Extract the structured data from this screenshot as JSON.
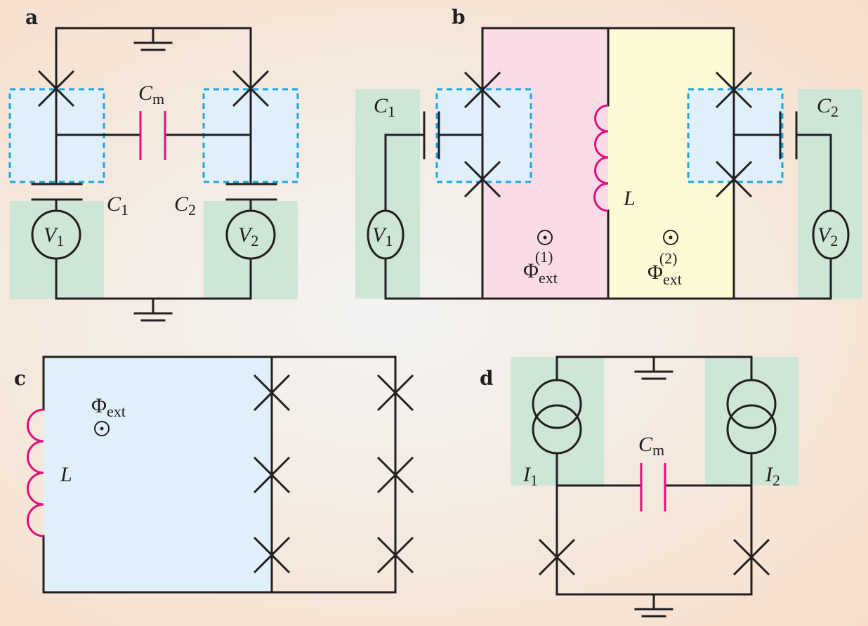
{
  "figure": {
    "panels": [
      {
        "id": "a",
        "label": "a",
        "components": {
          "coupling_capacitor": {
            "symbol": "C",
            "subscript": "m"
          },
          "gate_capacitor_1": {
            "symbol": "C",
            "subscript": "1"
          },
          "gate_capacitor_2": {
            "symbol": "C",
            "subscript": "2"
          },
          "voltage_source_1": {
            "symbol": "V",
            "subscript": "1"
          },
          "voltage_source_2": {
            "symbol": "V",
            "subscript": "2"
          }
        },
        "junction_count": 2,
        "ground_count": 2
      },
      {
        "id": "b",
        "label": "b",
        "components": {
          "gate_capacitor_1": {
            "symbol": "C",
            "subscript": "1"
          },
          "gate_capacitor_2": {
            "symbol": "C",
            "subscript": "2"
          },
          "voltage_source_1": {
            "symbol": "V",
            "subscript": "1"
          },
          "voltage_source_2": {
            "symbol": "V",
            "subscript": "2"
          },
          "inductor": {
            "symbol": "L"
          },
          "flux_1": {
            "symbol": "Φ",
            "subscript": "ext",
            "superscript": "(1)"
          },
          "flux_2": {
            "symbol": "Φ",
            "subscript": "ext",
            "superscript": "(2)"
          }
        },
        "junction_count": 4,
        "flux_marker": "⊙"
      },
      {
        "id": "c",
        "label": "c",
        "components": {
          "inductor": {
            "symbol": "L"
          },
          "flux": {
            "symbol": "Φ",
            "subscript": "ext"
          }
        },
        "junction_count": 6,
        "flux_marker": "⊙"
      },
      {
        "id": "d",
        "label": "d",
        "components": {
          "coupling_capacitor": {
            "symbol": "C",
            "subscript": "m"
          },
          "current_source_1": {
            "symbol": "I",
            "subscript": "1"
          },
          "current_source_2": {
            "symbol": "I",
            "subscript": "2"
          }
        },
        "junction_count": 2,
        "ground_count": 2
      }
    ],
    "colors": {
      "wire": "#231f20",
      "capacitor_coupling": "#e0107e",
      "inductor": "#e0107e",
      "island_fill": "#dff0fa",
      "island_border": "#1ea6e0",
      "source_fill": "#cde6d6",
      "loop1_fill": "#fcdbe8",
      "loop2_fill": "#fef9d5"
    }
  }
}
